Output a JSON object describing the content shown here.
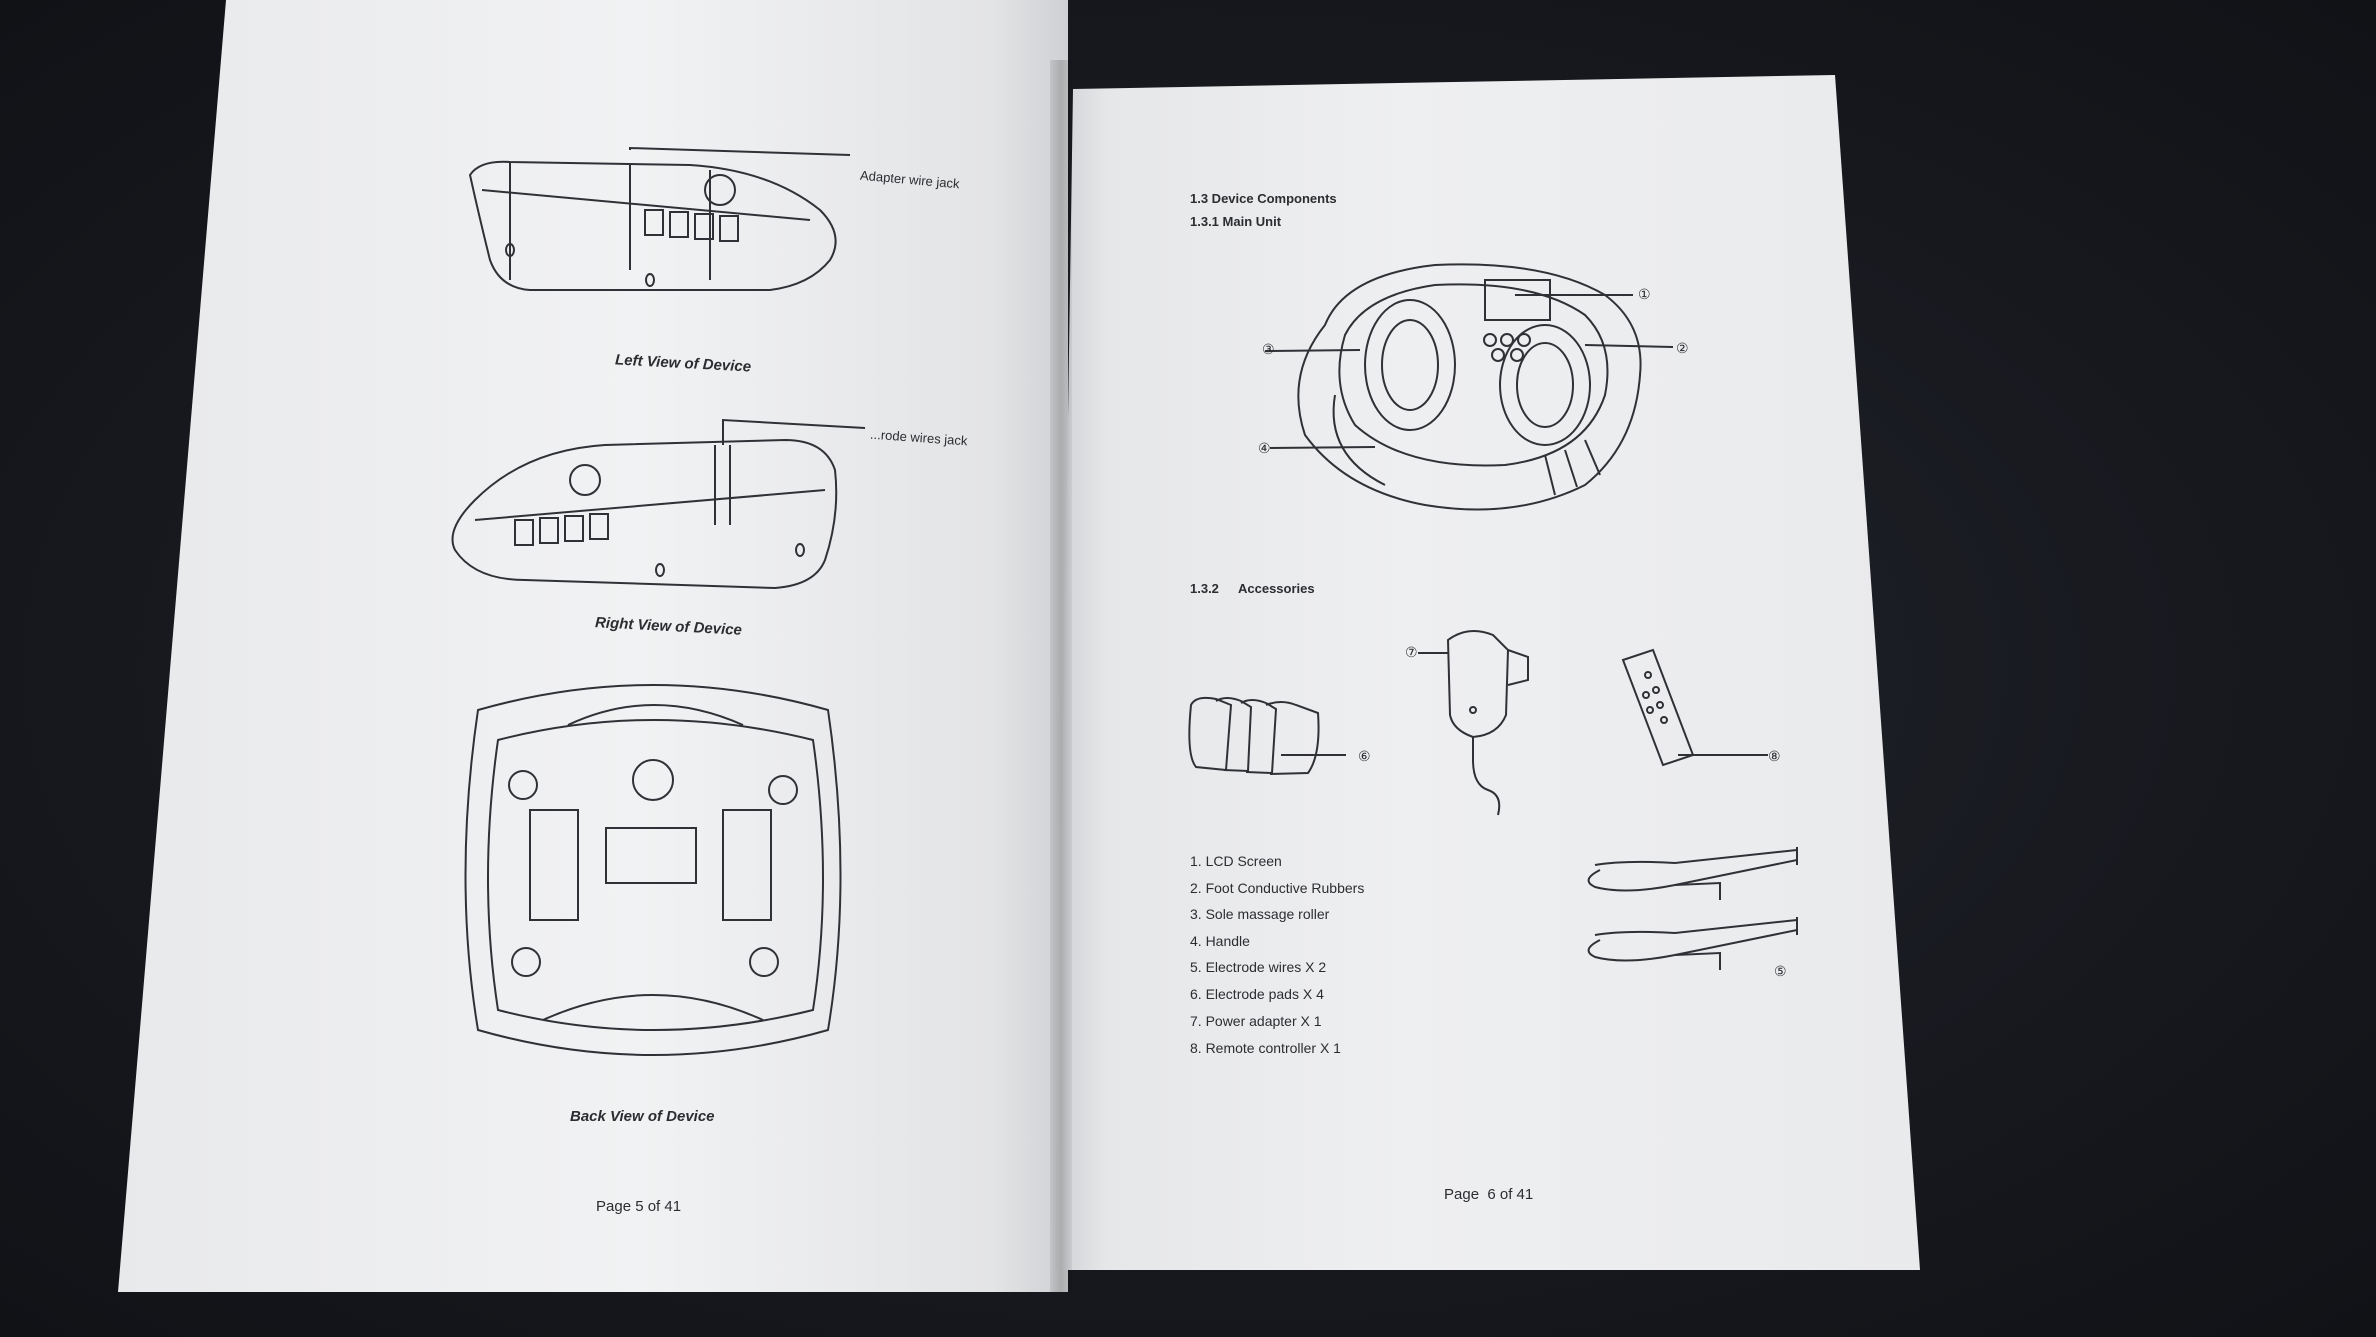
{
  "left_page": {
    "callouts": {
      "adapter_jack": "Adapter wire jack",
      "electrode_jack": "...rode wires jack"
    },
    "captions": {
      "left_view": "Left View of Device",
      "right_view": "Right View of Device",
      "back_view": "Back View of Device"
    },
    "page_number": "Page 5 of 41"
  },
  "right_page": {
    "section_heading": "1.3 Device Components",
    "subsection_main": "1.3.1 Main Unit",
    "subsection_accessories_num": "1.3.2",
    "subsection_accessories_label": "Accessories",
    "main_unit_markers": [
      "①",
      "②",
      "③",
      "④"
    ],
    "accessory_markers": [
      "⑥",
      "⑦",
      "⑧",
      "⑤"
    ],
    "components": [
      "1. LCD Screen",
      "2. Foot Conductive Rubbers",
      "3. Sole massage roller",
      "4. Handle",
      "5. Electrode wires X 2",
      "6. Electrode pads X 4",
      "7. Power adapter X 1",
      "8. Remote controller X 1"
    ],
    "page_number": "Page  6 of 41"
  }
}
